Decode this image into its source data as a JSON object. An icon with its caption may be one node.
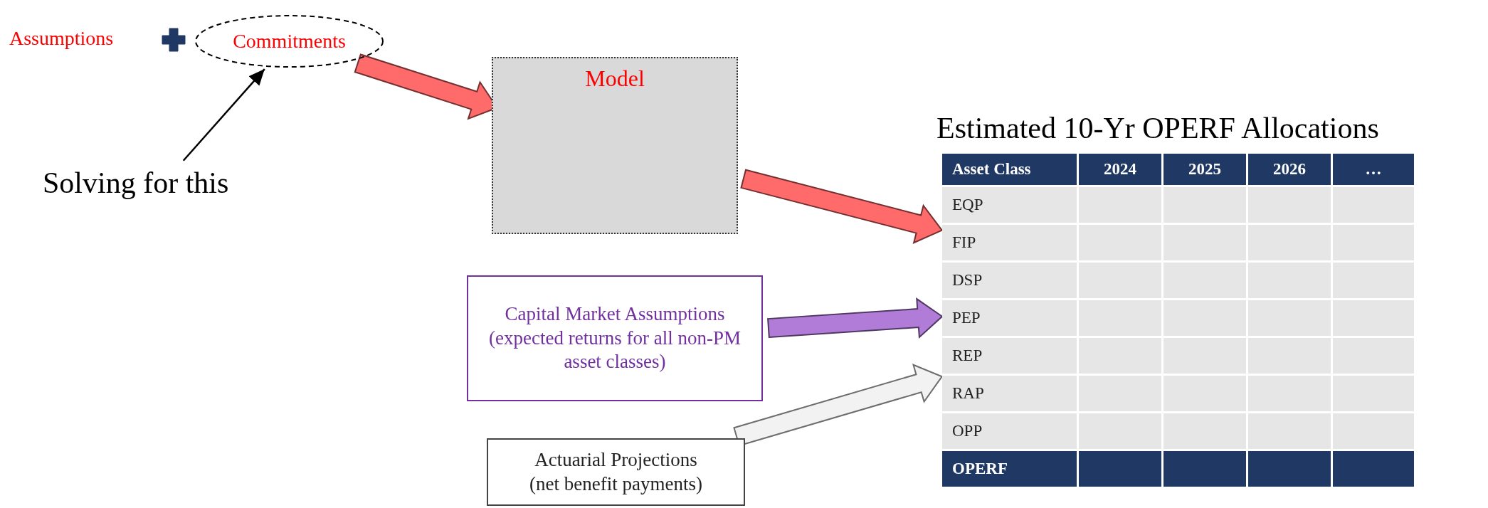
{
  "diagram": {
    "nodes": [
      {
        "text": [
          "Commitments"
        ]
      },
      {
        "text": [
          "Solving for this"
        ]
      },
      {
        "text": [
          "Model"
        ]
      },
      {
        "text": [
          "Capital Market Assumptions",
          "(expected returns for all non-PM asset classes)"
        ]
      },
      {
        "text": [
          "Actuarial Projections",
          "(net benefit payments)"
        ]
      },
      {
        "text": [
          "Estimated 10-Yr OPERF Allocations"
        ]
      }
    ],
    "edges": [
      {
        "from": 1,
        "to": 0,
        "arrow": "to",
        "color": "#000000"
      },
      {
        "from": 0,
        "to": 2,
        "arrow": "to",
        "style": "thick"
      },
      {
        "from": 2,
        "to": 5,
        "arrow": "to",
        "style": "thick"
      },
      {
        "from": 3,
        "to": 5,
        "arrow": "to",
        "style": "thick",
        "color": "#b07cd8"
      },
      {
        "from": 4,
        "to": 5,
        "arrow": "to",
        "style": "thick",
        "color": "#f2f2f2"
      }
    ],
    "labels": [
      "Assumptions",
      "Asset Class",
      "2024",
      "2025",
      "2026",
      "…",
      "EQP",
      "FIP",
      "DSP",
      "PEP",
      "REP",
      "RAP",
      "OPP",
      "OPERF"
    ]
  }
}
